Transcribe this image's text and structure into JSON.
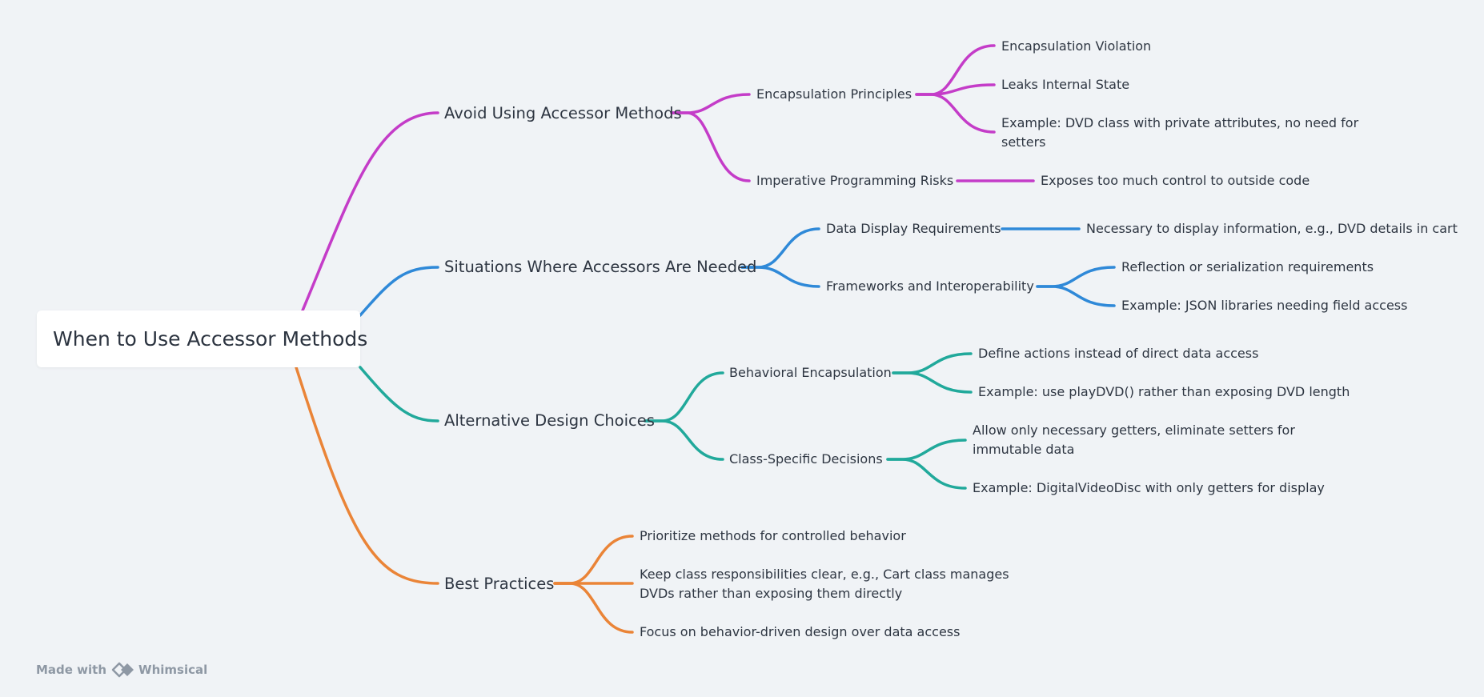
{
  "root": {
    "title": "When to Use Accessor Methods"
  },
  "colors": {
    "avoid": "#c43cc8",
    "situations": "#2f89d8",
    "alternative": "#21a99b",
    "best": "#ea8437",
    "footer_text": "#8e98a4"
  },
  "branches": {
    "avoid": {
      "label": "Avoid Using Accessor Methods",
      "encapsulation": {
        "label": "Encapsulation Principles",
        "items": [
          "Encapsulation Violation",
          "Leaks Internal State",
          "Example: DVD class with private attributes, no need for setters"
        ]
      },
      "imperative": {
        "label": "Imperative Programming Risks",
        "items": [
          "Exposes too much control to outside code"
        ]
      }
    },
    "situations": {
      "label": "Situations Where Accessors Are Needed",
      "display": {
        "label": "Data Display Requirements",
        "items": [
          "Necessary to display information, e.g., DVD details in cart"
        ]
      },
      "frameworks": {
        "label": "Frameworks and Interoperability",
        "items": [
          "Reflection or serialization requirements",
          "Example: JSON libraries needing field access"
        ]
      }
    },
    "alternative": {
      "label": "Alternative Design Choices",
      "behavioral": {
        "label": "Behavioral Encapsulation",
        "items": [
          "Define actions instead of direct data access",
          "Example: use playDVD() rather than exposing DVD length"
        ]
      },
      "classSpecific": {
        "label": "Class-Specific Decisions",
        "items": [
          "Allow only necessary getters, eliminate setters for immutable data",
          "Example: DigitalVideoDisc with only getters for display"
        ]
      }
    },
    "best": {
      "label": "Best Practices",
      "items": [
        "Prioritize methods for controlled behavior",
        "Keep class responsibilities clear, e.g., Cart class manages DVDs rather than exposing them directly",
        "Focus on behavior-driven design over data access"
      ]
    }
  },
  "footer": {
    "made_with": "Made with",
    "brand": "Whimsical",
    "logo_icon": "whimsical-logo-icon"
  }
}
